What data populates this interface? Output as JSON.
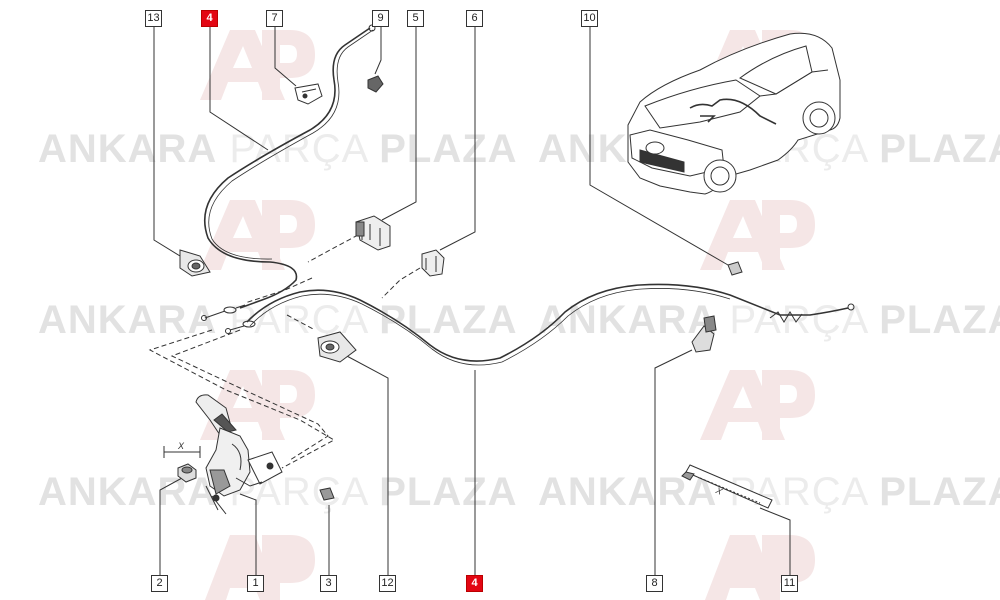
{
  "watermark": {
    "part1": "ANKARA",
    "part2": "PARÇA",
    "part3": "PLAZA",
    "logo_color": "#f3dede",
    "text_color": "#dddddd"
  },
  "callouts": [
    {
      "id": "c13",
      "label": "13",
      "highlight": false
    },
    {
      "id": "c4top",
      "label": "4",
      "highlight": true
    },
    {
      "id": "c7",
      "label": "7",
      "highlight": false
    },
    {
      "id": "c9",
      "label": "9",
      "highlight": false
    },
    {
      "id": "c5",
      "label": "5",
      "highlight": false
    },
    {
      "id": "c6",
      "label": "6",
      "highlight": false
    },
    {
      "id": "c10",
      "label": "10",
      "highlight": false
    },
    {
      "id": "c2",
      "label": "2",
      "highlight": false
    },
    {
      "id": "c1",
      "label": "1",
      "highlight": false
    },
    {
      "id": "c3",
      "label": "3",
      "highlight": false
    },
    {
      "id": "c12",
      "label": "12",
      "highlight": false
    },
    {
      "id": "c4bot",
      "label": "4",
      "highlight": true
    },
    {
      "id": "c8",
      "label": "8",
      "highlight": false
    },
    {
      "id": "c11",
      "label": "11",
      "highlight": false
    }
  ],
  "dimension_marks": {
    "nut_x": "X",
    "tie_x": "X"
  },
  "colors": {
    "highlight": "#e30613",
    "line": "#333333"
  }
}
